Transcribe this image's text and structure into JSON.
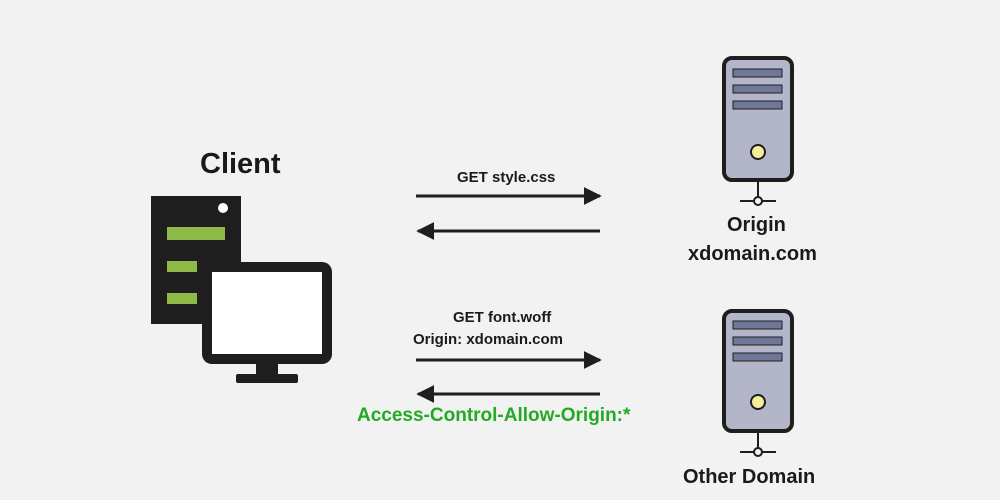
{
  "client": {
    "label": "Client",
    "colors": {
      "body": "#1e1e1e",
      "bars": "#8db946",
      "screen": "#ffffff"
    }
  },
  "servers": [
    {
      "name": "Origin",
      "domain": "xdomain.com"
    },
    {
      "name": "Other Domain"
    }
  ],
  "server_colors": {
    "body": "#b3b6c9",
    "outline": "#1e1e1e",
    "slots": "#6f7898",
    "light": "#f2ee9c"
  },
  "exchanges": [
    {
      "request": "GET style.css"
    },
    {
      "request": "GET font.woff",
      "request_header": "Origin: xdomain.com",
      "response_header": "Access-Control-Allow-Origin:*"
    }
  ],
  "colors": {
    "background": "#f2f2f2",
    "text": "#1a1a1a",
    "arrow": "#1e1e1e",
    "cors_header": "#22aa22"
  }
}
